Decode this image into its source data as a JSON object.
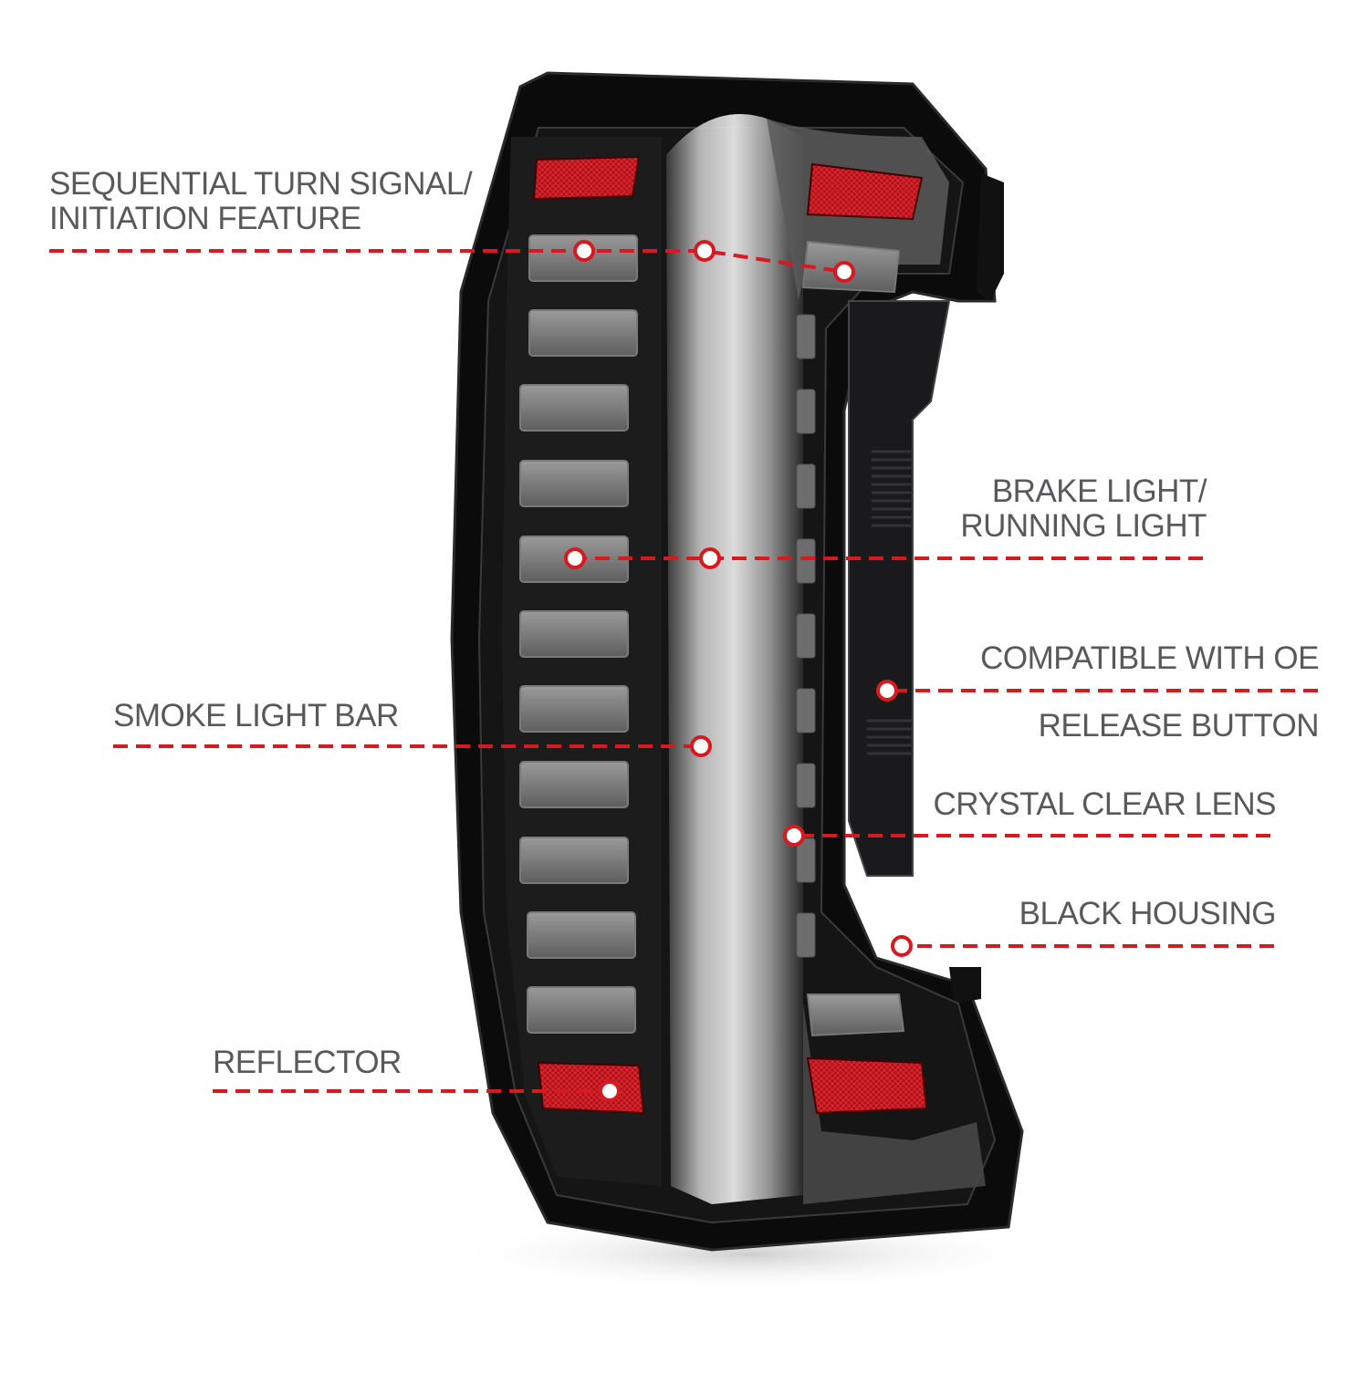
{
  "diagram": {
    "subject": "LED tail light assembly (smoke / black housing)",
    "accent_color": "#d71920",
    "label_color": "#58595b",
    "callouts": [
      {
        "id": "sequential-turn-signal",
        "lines": [
          "SEQUENTIAL TURN SIGNAL/",
          "INITIATION FEATURE"
        ],
        "side": "left"
      },
      {
        "id": "brake-running-light",
        "lines": [
          "BRAKE LIGHT/",
          "RUNNING LIGHT"
        ],
        "side": "right"
      },
      {
        "id": "oe-release-button",
        "lines": [
          "COMPATIBLE WITH OE",
          "RELEASE BUTTON"
        ],
        "side": "right"
      },
      {
        "id": "smoke-light-bar",
        "lines": [
          "SMOKE LIGHT BAR"
        ],
        "side": "left"
      },
      {
        "id": "crystal-clear-lens",
        "lines": [
          "CRYSTAL CLEAR LENS"
        ],
        "side": "right"
      },
      {
        "id": "black-housing",
        "lines": [
          "BLACK HOUSING"
        ],
        "side": "right"
      },
      {
        "id": "reflector",
        "lines": [
          "REFLECTOR"
        ],
        "side": "left"
      }
    ]
  }
}
